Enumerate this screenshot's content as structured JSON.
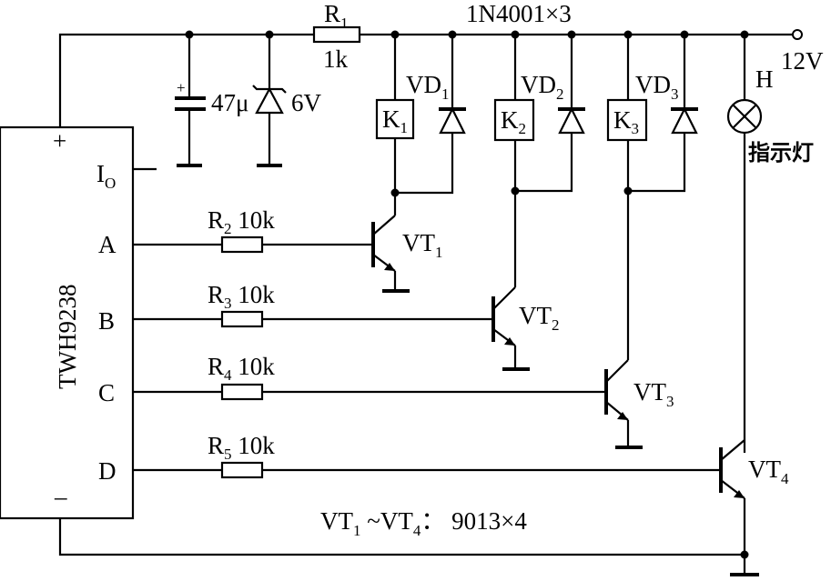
{
  "ic": {
    "name": "TWH9238",
    "pin_plus": "+",
    "pin_minus": "–",
    "pin_io": "I",
    "pin_io_sub": "O",
    "pins": [
      "A",
      "B",
      "C",
      "D"
    ]
  },
  "supply": {
    "voltage": "12V"
  },
  "capacitor": {
    "value": "47μ",
    "polarity": "+"
  },
  "zener": {
    "value": "6V"
  },
  "r1": {
    "name": "R",
    "sub": "1",
    "value": "1k"
  },
  "diode_note": "1N4001×3",
  "resistors": [
    {
      "name": "R",
      "sub": "2",
      "value": "10k"
    },
    {
      "name": "R",
      "sub": "3",
      "value": "10k"
    },
    {
      "name": "R",
      "sub": "4",
      "value": "10k"
    },
    {
      "name": "R",
      "sub": "5",
      "value": "10k"
    }
  ],
  "relays": [
    {
      "name": "K",
      "sub": "1"
    },
    {
      "name": "K",
      "sub": "2"
    },
    {
      "name": "K",
      "sub": "3"
    }
  ],
  "diodes": [
    {
      "name": "VD",
      "sub": "1"
    },
    {
      "name": "VD",
      "sub": "2"
    },
    {
      "name": "VD",
      "sub": "3"
    }
  ],
  "transistors": [
    {
      "name": "VT",
      "sub": "1"
    },
    {
      "name": "VT",
      "sub": "2"
    },
    {
      "name": "VT",
      "sub": "3"
    },
    {
      "name": "VT",
      "sub": "4"
    }
  ],
  "lamp": {
    "name": "H",
    "label": "指示灯"
  },
  "note": {
    "a": "VT",
    "a_sub": "1",
    "b": " ~VT",
    "b_sub": "4",
    "c": "： 9013×4"
  }
}
